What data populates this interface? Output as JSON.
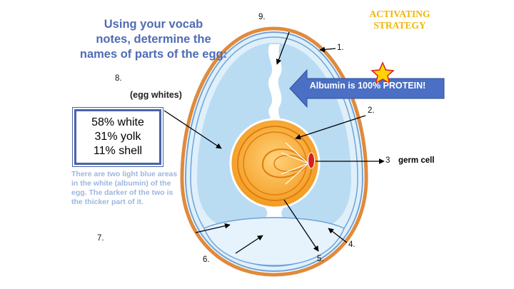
{
  "header": {
    "title_lines": [
      "Using your vocab",
      "notes, determine the",
      "names of parts of the egg:"
    ],
    "strategy_lines": [
      "ACTIVATING",
      "STRATEGY"
    ]
  },
  "percent_box": {
    "lines": [
      "58% white",
      "31% yolk",
      "11% shell"
    ]
  },
  "note_text": "There are two light blue areas in the white (albumin) of the egg.  The darker of the two is the thicker part of it.",
  "egg_whites_label": "(egg whites)",
  "callout_text": "Albumin is 100% PROTEIN!",
  "germ_cell_label": "germ cell",
  "labels": {
    "l1": "1.",
    "l2": "2.",
    "l3": "3",
    "l4": "4.",
    "l5": "5.",
    "l6": "6.",
    "l7": "7.",
    "l8": "8.",
    "l9": "9."
  },
  "colors": {
    "title": "#4f6cb3",
    "strategy": "#f2b600",
    "shell_orange": "#e08a3c",
    "membrane_blue": "#6fa3d8",
    "albumen_thin": "#dff0fb",
    "albumen_thick": "#b9dcf3",
    "yolk": "#f5a623",
    "arrow_callout": "#4a6fc4",
    "star": "#ffd400",
    "germ_spot": "#d62020"
  },
  "icons": {
    "star": "star-icon"
  }
}
